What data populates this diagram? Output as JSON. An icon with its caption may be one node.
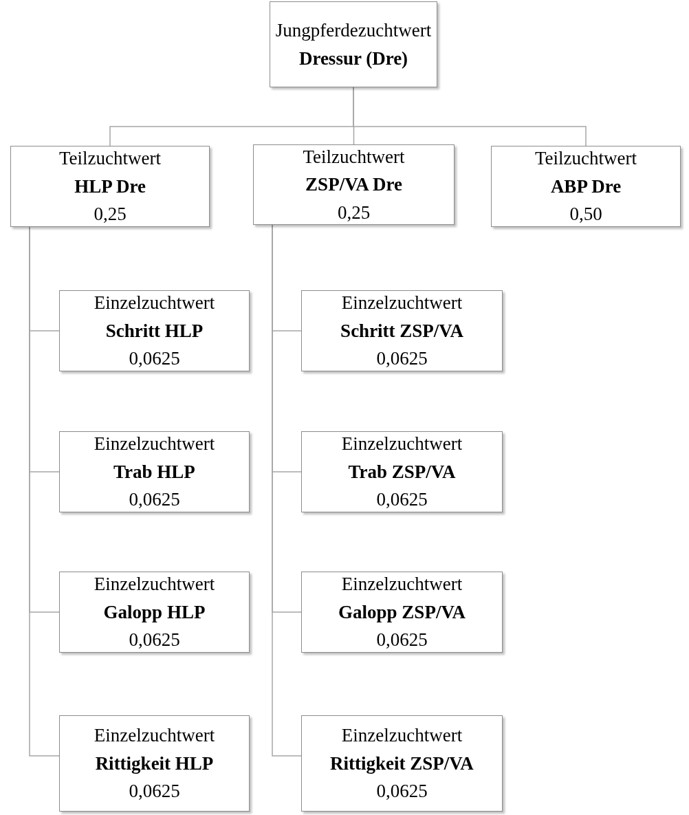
{
  "diagram": {
    "nodes": [
      {
        "text": [
          "Jungpferdezuchtwert",
          "Dressur (Dre)"
        ]
      },
      {
        "text": [
          "Teilzuchtwert",
          "HLP Dre",
          "0,25"
        ]
      },
      {
        "text": [
          "Teilzuchtwert",
          "ZSP/VA Dre",
          "0,25"
        ]
      },
      {
        "text": [
          "Teilzuchtwert",
          "ABP Dre",
          "0,50"
        ]
      },
      {
        "text": [
          "Einzelzuchtwert",
          "Schritt HLP",
          "0,0625"
        ]
      },
      {
        "text": [
          "Einzelzuchtwert",
          "Trab HLP",
          "0,0625"
        ]
      },
      {
        "text": [
          "Einzelzuchtwert",
          "Galopp HLP",
          "0,0625"
        ]
      },
      {
        "text": [
          "Einzelzuchtwert",
          "Rittigkeit HLP",
          "0,0625"
        ]
      },
      {
        "text": [
          "Einzelzuchtwert",
          "Schritt ZSP/VA",
          "0,0625"
        ]
      },
      {
        "text": [
          "Einzelzuchtwert",
          "Trab ZSP/VA",
          "0,0625"
        ]
      },
      {
        "text": [
          "Einzelzuchtwert",
          "Galopp ZSP/VA",
          "0,0625"
        ]
      },
      {
        "text": [
          "Einzelzuchtwert",
          "Rittigkeit ZSP/VA",
          "0,0625"
        ]
      }
    ],
    "edges": [
      {
        "from": 0,
        "to": 1,
        "arrow": "none"
      },
      {
        "from": 0,
        "to": 2,
        "arrow": "none"
      },
      {
        "from": 0,
        "to": 3,
        "arrow": "none"
      },
      {
        "from": 1,
        "to": 4,
        "arrow": "none"
      },
      {
        "from": 1,
        "to": 5,
        "arrow": "none"
      },
      {
        "from": 1,
        "to": 6,
        "arrow": "none"
      },
      {
        "from": 1,
        "to": 7,
        "arrow": "none"
      },
      {
        "from": 2,
        "to": 8,
        "arrow": "none"
      },
      {
        "from": 2,
        "to": 9,
        "arrow": "none"
      },
      {
        "from": 2,
        "to": 10,
        "arrow": "none"
      },
      {
        "from": 2,
        "to": 11,
        "arrow": "none"
      }
    ]
  }
}
